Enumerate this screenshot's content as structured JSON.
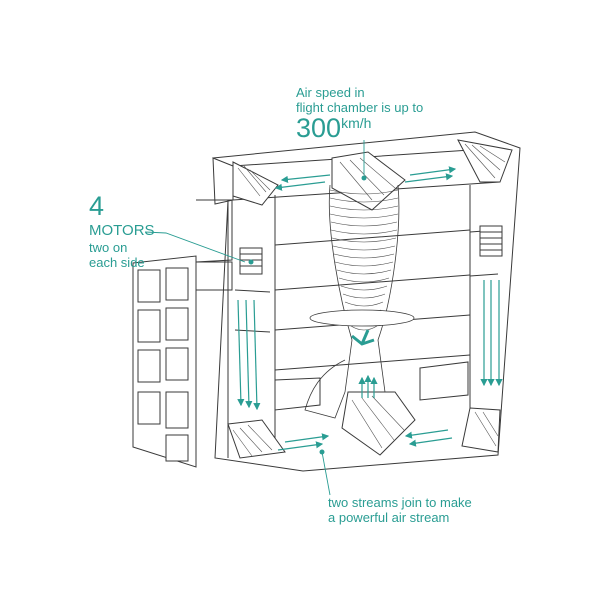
{
  "colors": {
    "accent": "#2a9d93",
    "line": "#3a3a3a",
    "fill": "#ffffff"
  },
  "annotations": {
    "speed": {
      "line1": "Air speed in",
      "line2": "flight chamber is up to",
      "value": "300",
      "unit": "km/h"
    },
    "motors": {
      "count": "4",
      "title": "MOTORS",
      "note_line1": "two on",
      "note_line2": "each side"
    },
    "streams": {
      "line1": "two streams join to make",
      "line2": "a powerful air stream"
    }
  }
}
